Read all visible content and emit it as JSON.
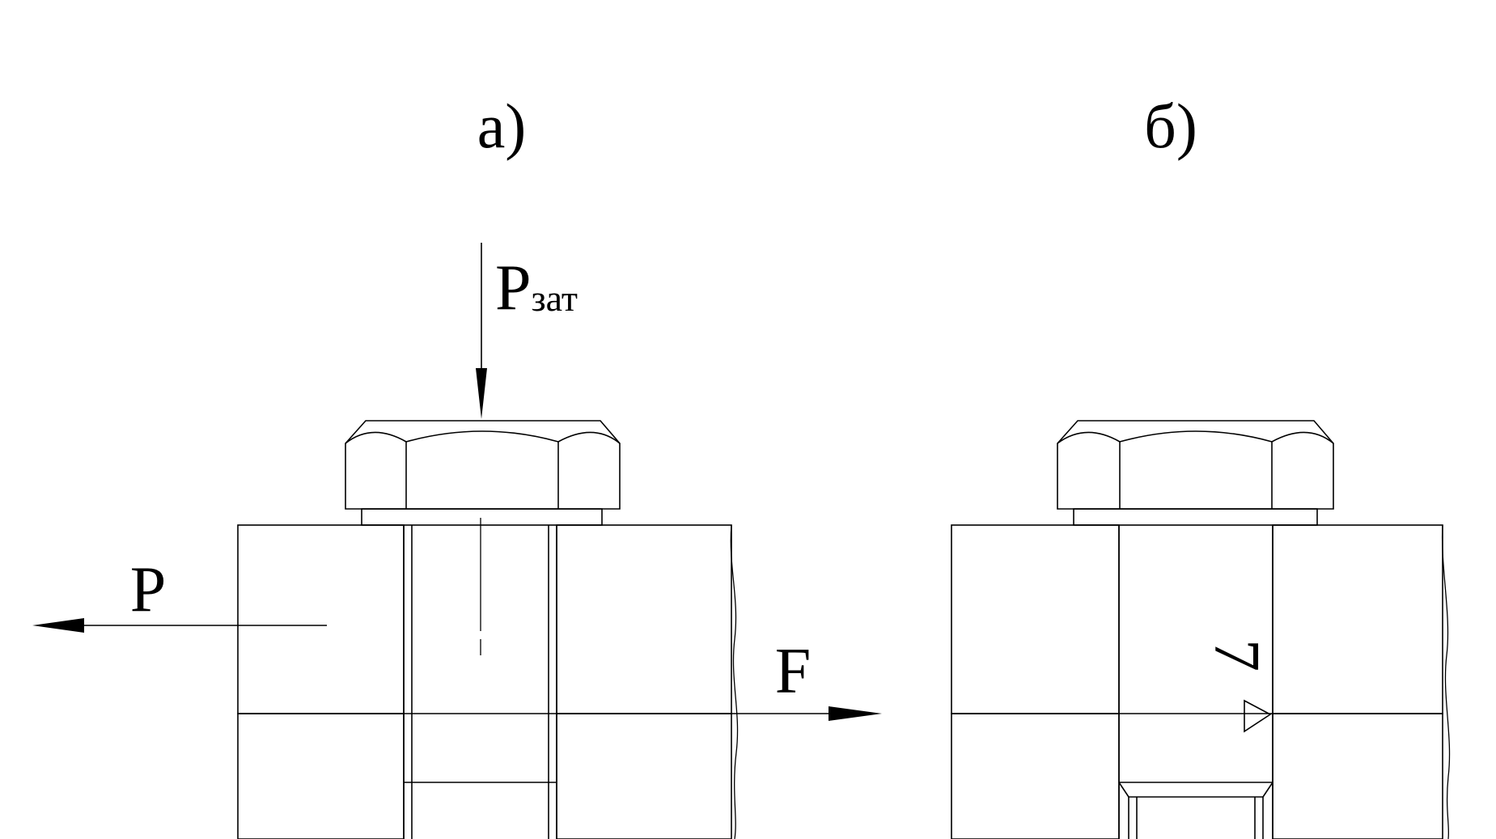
{
  "diagram": {
    "panel_a": {
      "label": "а)"
    },
    "panel_b": {
      "label": "б)"
    },
    "forces": {
      "preload": {
        "main": "P",
        "subscript": "зат"
      },
      "side_load": {
        "label": "P"
      },
      "friction": {
        "label": "F"
      }
    },
    "weld_mark": {
      "label": "7"
    }
  }
}
